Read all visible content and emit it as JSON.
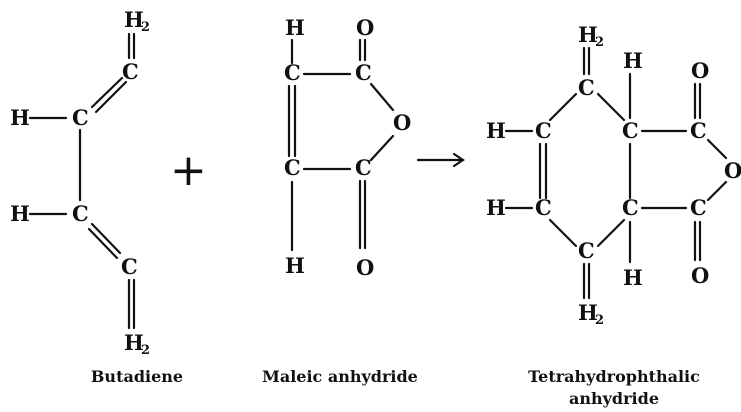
{
  "molecules": {
    "butadiene": {
      "atoms": {
        "c1": "C",
        "c2": "C",
        "c3": "C",
        "c4": "C",
        "h2": "H",
        "h3": "H",
        "h2_top": "H",
        "h2_bottom": "H",
        "sub_top": "2",
        "sub_bottom": "2"
      },
      "caption": "Butadiene"
    },
    "maleic_anhydride": {
      "atoms": {
        "ca": "C",
        "cb": "C",
        "cc": "C",
        "cd": "C",
        "o_ring": "O",
        "o_top": "O",
        "o_bottom": "O",
        "h_top": "H",
        "h_bottom": "H"
      },
      "caption": "Maleic anhydride"
    },
    "tetrahydrophthalic_anhydride": {
      "atoms": {
        "c1": "C",
        "c2": "C",
        "c3": "C",
        "c4": "C",
        "c5": "C",
        "c6": "C",
        "c7": "C",
        "c8": "C",
        "o_ring": "O",
        "o_top": "O",
        "o_bottom": "O",
        "h_left1": "H",
        "h_left2": "H",
        "h_top": "H",
        "h_bottom": "H",
        "h2_top": "H",
        "h2_bottom": "H",
        "sub_top": "2",
        "sub_bottom": "2"
      },
      "caption_line1": "Tetrahydrophthalic",
      "caption_line2": "anhydride"
    }
  },
  "operators": {
    "plus": "+",
    "arrow": "→"
  }
}
